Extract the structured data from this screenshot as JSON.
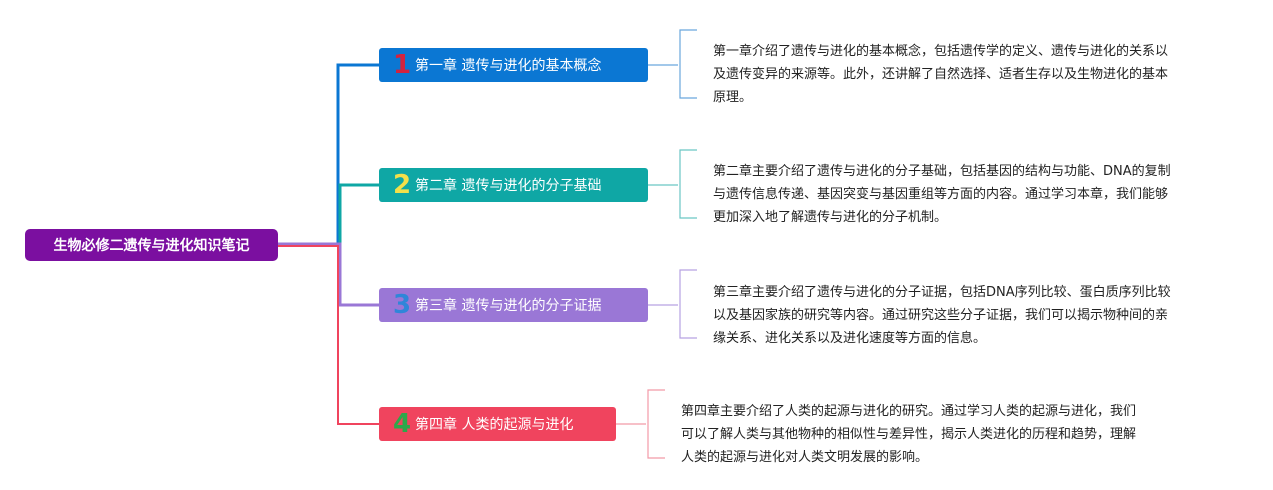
{
  "root": {
    "label": "生物必修二遗传与进化知识笔记"
  },
  "chapters": [
    {
      "number": "1",
      "title": "第一章 遗传与进化的基本概念",
      "color": "#0b77d3",
      "number_color": "#d2233f",
      "summary_lines": [
        "第一章介绍了遗传与进化的基本概念，包括遗传学的定义、遗传与进化的关系以",
        "及遗传变异的来源等。此外，还讲解了自然选择、适者生存以及生物进化的基本",
        "原理。"
      ]
    },
    {
      "number": "2",
      "title": "第二章 遗传与进化的分子基础",
      "color": "#0fa7a5",
      "number_color": "#f3e04a",
      "summary_lines": [
        "第二章主要介绍了遗传与进化的分子基础，包括基因的结构与功能、DNA的复制",
        "与遗传信息传递、基因突变与基因重组等方面的内容。通过学习本章，我们能够",
        "更加深入地了解遗传与进化的分子机制。"
      ]
    },
    {
      "number": "3",
      "title": "第三章 遗传与进化的分子证据",
      "color": "#9a77d6",
      "number_color": "#2f86d9",
      "summary_lines": [
        "第三章主要介绍了遗传与进化的分子证据，包括DNA序列比较、蛋白质序列比较",
        "以及基因家族的研究等内容。通过研究这些分子证据，我们可以揭示物种间的亲",
        "缘关系、进化关系以及进化速度等方面的信息。"
      ]
    },
    {
      "number": "4",
      "title": "第四章 人类的起源与进化",
      "color": "#f0445e",
      "number_color": "#2da84a",
      "summary_lines": [
        "第四章主要介绍了人类的起源与进化的研究。通过学习人类的起源与进化，我们",
        "可以了解人类与其他物种的相似性与差异性，揭示人类进化的历程和趋势，理解",
        "人类的起源与进化对人类文明发展的影响。"
      ]
    }
  ]
}
